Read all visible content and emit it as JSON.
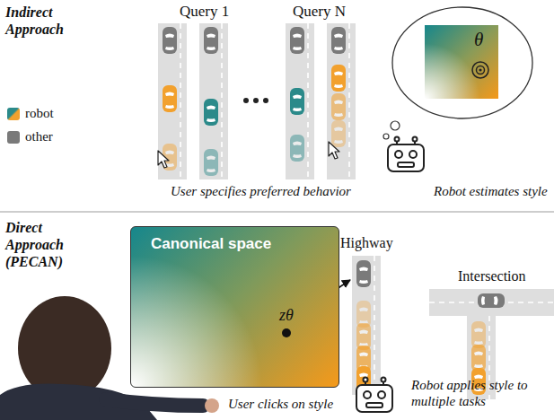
{
  "diagram": {
    "nodes": [
      {
        "text": [
          "θ"
        ]
      },
      {
        "text": [
          "Canonical space"
        ]
      },
      {
        "text": [
          "zθ"
        ],
        "in": 1
      },
      {
        "text": [
          "Highway"
        ]
      },
      {
        "text": [
          "Intersection"
        ]
      }
    ],
    "edges": [
      {
        "from": 2,
        "to": 3,
        "arrow": "to"
      }
    ],
    "labels": [
      "Indirect Approach",
      "Query 1",
      "Query N",
      "User specifies preferred behavior",
      "Robot estimates style",
      "Direct Approach (PECAN)",
      "User clicks on style",
      "Robot applies style to multiple tasks"
    ],
    "legend": [
      {
        "text": "robot"
      },
      {
        "text": "other",
        "color": "#7a7a7a"
      }
    ]
  }
}
